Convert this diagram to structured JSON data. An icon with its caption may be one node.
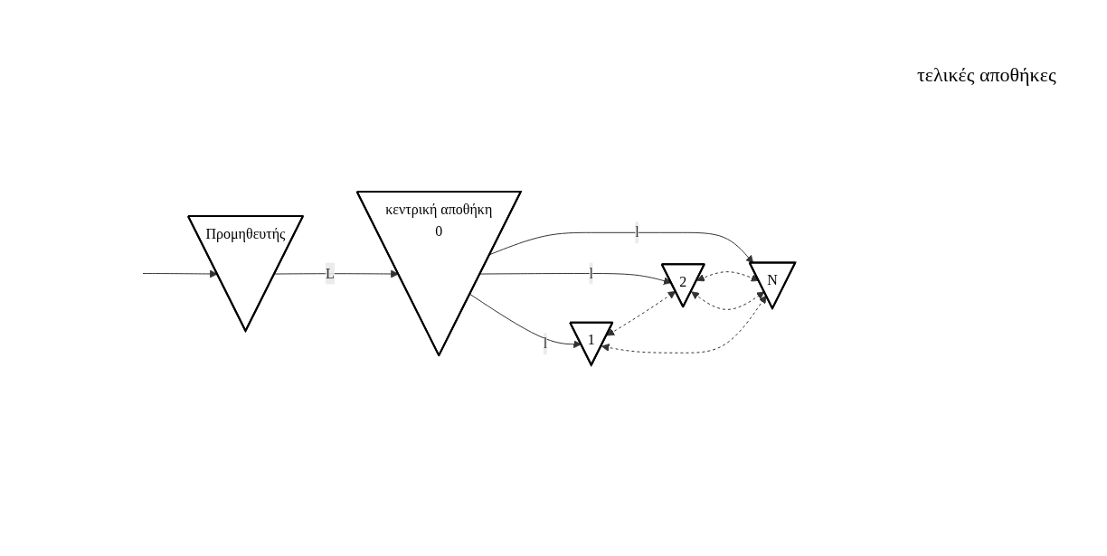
{
  "diagram": {
    "nodes": [
      {
        "text": [
          "Προμηθευτής"
        ]
      },
      {
        "text": [
          "κεντρική αποθήκη",
          "0"
        ]
      },
      {
        "text": [
          "1"
        ]
      },
      {
        "text": [
          "2"
        ]
      },
      {
        "text": [
          "N"
        ]
      }
    ],
    "edges": [
      {
        "from": null,
        "to": 0,
        "arrow": "to"
      },
      {
        "from": 0,
        "to": 1,
        "label": "L",
        "arrow": "to"
      },
      {
        "from": 1,
        "to": 2,
        "label": "l",
        "arrow": "to"
      },
      {
        "from": 1,
        "to": 3,
        "label": "l",
        "arrow": "to"
      },
      {
        "from": 1,
        "to": 4,
        "label": "l",
        "arrow": "to"
      },
      {
        "from": 2,
        "to": 3,
        "arrow": "both",
        "style": "dashed"
      },
      {
        "from": 3,
        "to": 4,
        "arrow": "both",
        "style": "dashed"
      },
      {
        "from": 3,
        "to": 4,
        "arrow": "both",
        "style": "dashed"
      },
      {
        "from": 2,
        "to": 4,
        "arrow": "both",
        "style": "dashed"
      }
    ],
    "labels": [
      "τελικές αποθήκες"
    ]
  }
}
